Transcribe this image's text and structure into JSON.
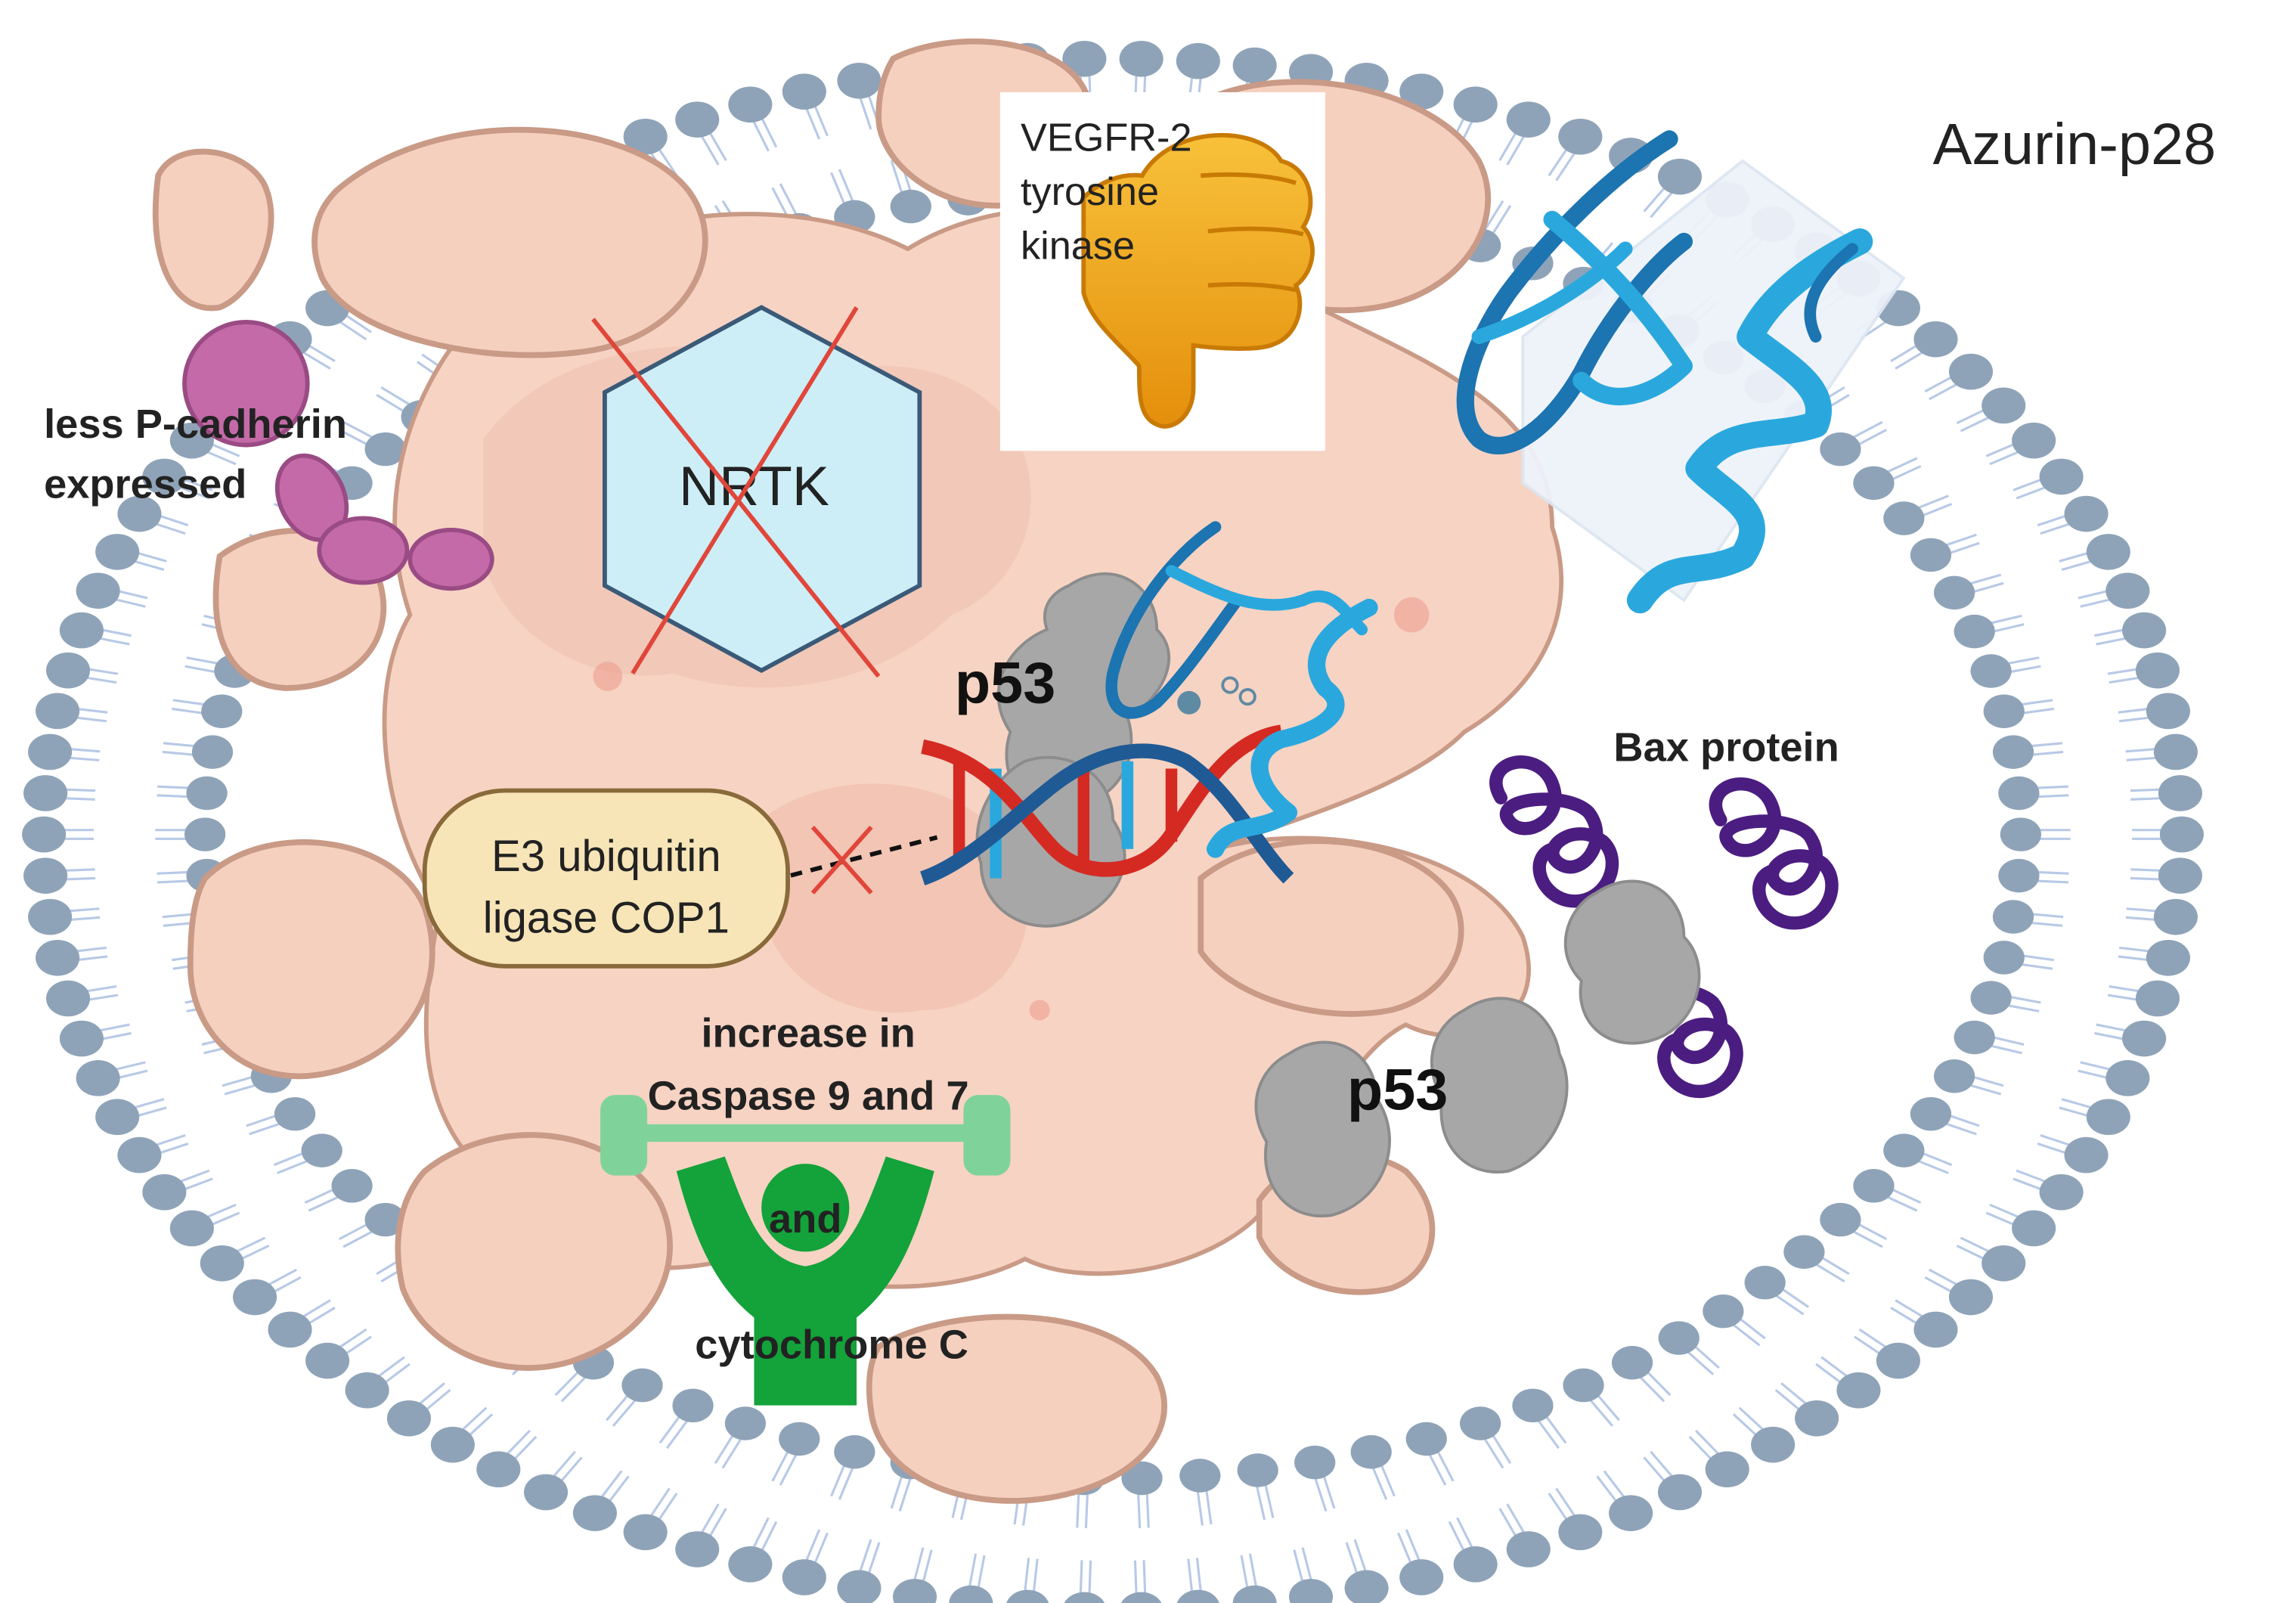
{
  "title": "Azurin-p28",
  "labels": {
    "vegfr": [
      "VEGFR-2",
      "tyrosine",
      "kinase"
    ],
    "pcadherin": [
      "less P-cadherin",
      "expressed"
    ],
    "nrtk": "NRTK",
    "p53_top": "p53",
    "p53_bottom": "p53",
    "bax": "Bax protein",
    "e3": [
      "E3 ubiquitin",
      "ligase COP1"
    ],
    "caspase": [
      "increase in",
      "Caspase 9 and 7"
    ],
    "and": "and",
    "cytochrome": "cytochrome C"
  },
  "colors": {
    "membrane_head": "#8fa3b8",
    "lipid_tail": "#b7c9e6",
    "cytoplasm": "#f6d0bf",
    "organelle_edge": "#c99a86",
    "nrtk_fill": "#cdeef6",
    "cross": "#e0463a",
    "protein_blue": "#2aa8dd",
    "dna_red": "#d42a22",
    "dna_blue": "#1f5a94",
    "p53_gray": "#a7a7a7",
    "bax_purple": "#4b1d80",
    "pcadherin": "#c46aa8",
    "e3_fill": "#f7e5b8",
    "dumbbell": "#7fd39a",
    "figure_green": "#14a23a",
    "thumb": "#f2a81a"
  }
}
